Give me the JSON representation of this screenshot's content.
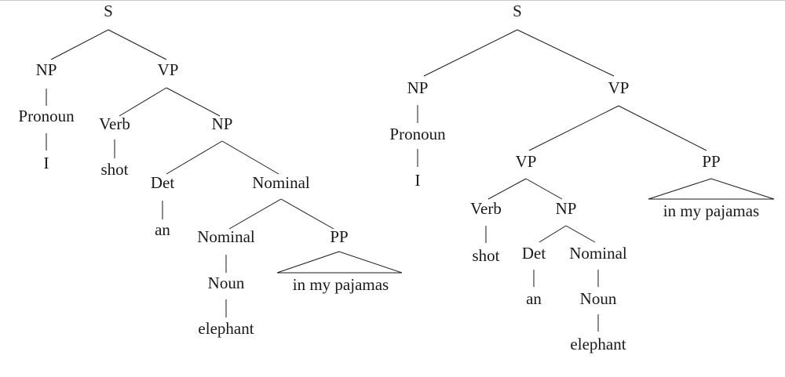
{
  "tree_left": {
    "s": "S",
    "np": "NP",
    "vp": "VP",
    "pronoun": "Pronoun",
    "i": "I",
    "verb": "Verb",
    "shot": "shot",
    "np2": "NP",
    "det": "Det",
    "an": "an",
    "nominal": "Nominal",
    "nominal2": "Nominal",
    "pp": "PP",
    "noun": "Noun",
    "phrase": "in my pajamas",
    "elephant": "elephant"
  },
  "tree_right": {
    "s": "S",
    "np": "NP",
    "vp": "VP",
    "pronoun": "Pronoun",
    "i": "I",
    "vp2": "VP",
    "pp": "PP",
    "phrase": "in my pajamas",
    "verb": "Verb",
    "np2": "NP",
    "shot": "shot",
    "det": "Det",
    "nominal": "Nominal",
    "an": "an",
    "noun": "Noun",
    "elephant": "elephant"
  }
}
